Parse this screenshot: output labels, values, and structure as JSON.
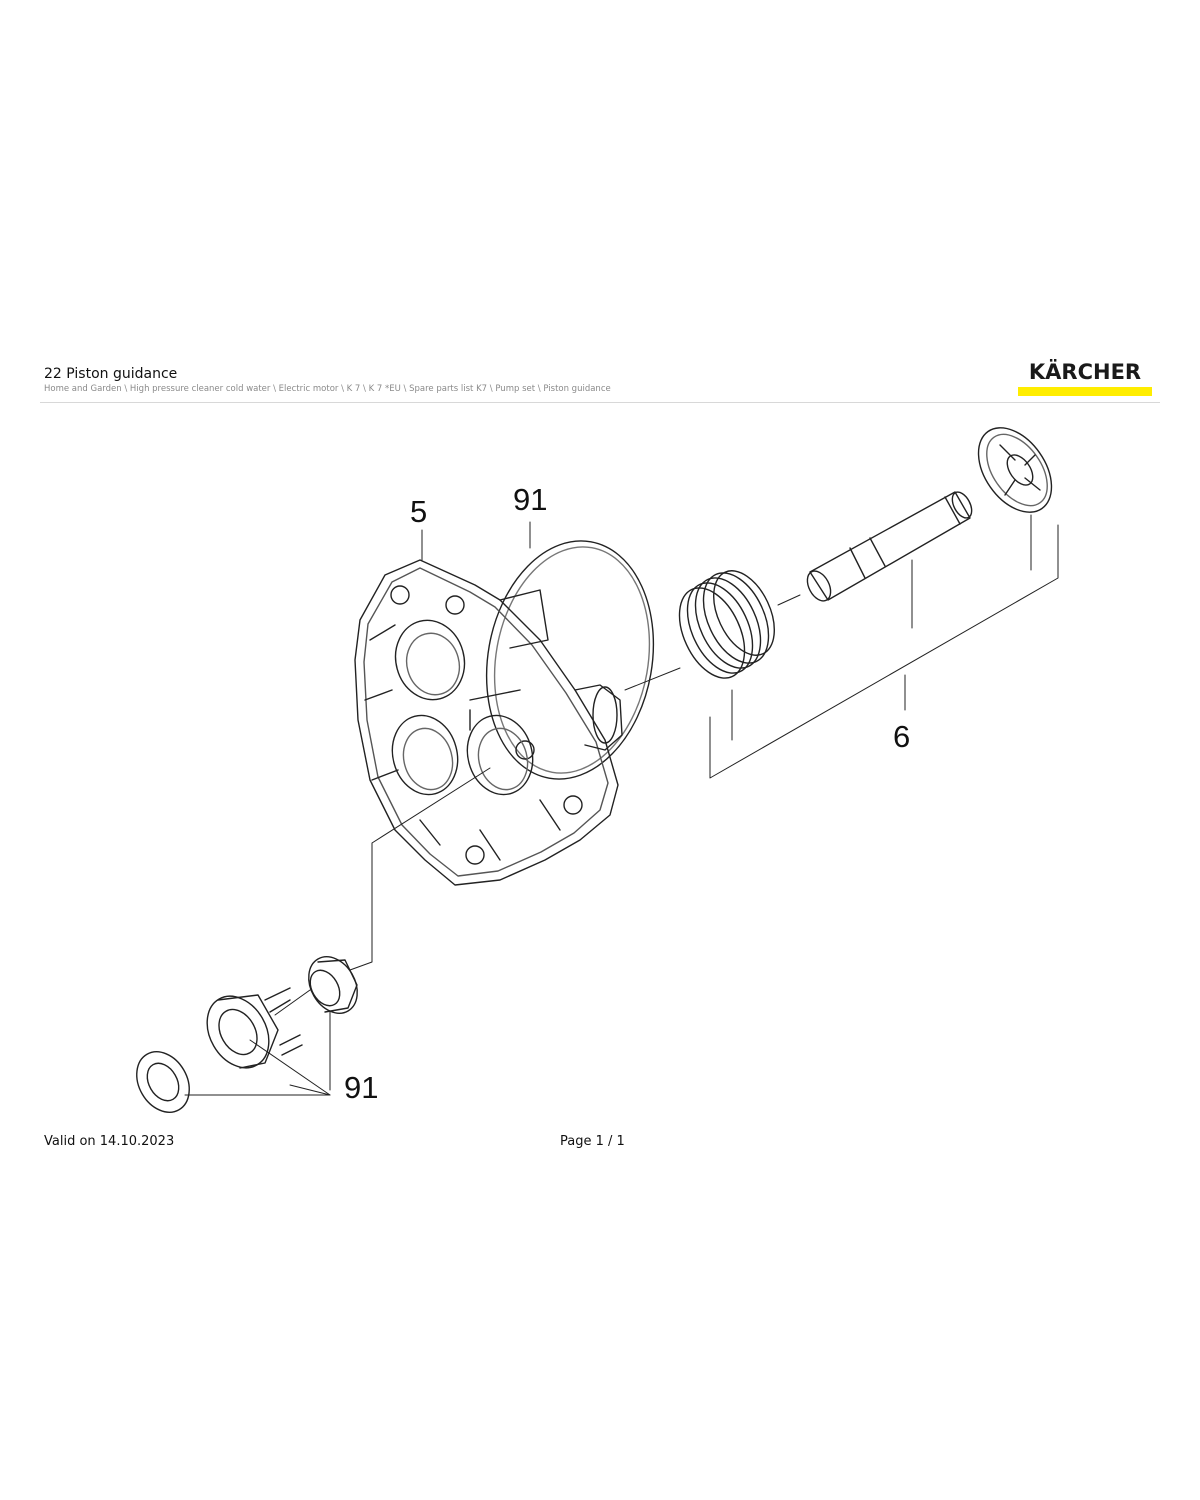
{
  "header": {
    "title": "22 Piston guidance",
    "breadcrumb": "Home and Garden \\ High pressure cleaner cold water \\ Electric motor \\ K 7 \\ K 7 *EU \\ Spare parts list K7 \\ Pump set \\ Piston guidance",
    "brand": "KÄRCHER",
    "brand_color": "#ffed00"
  },
  "drawing": {
    "callouts": {
      "housing": "5",
      "oring_top": "91",
      "piston_set": "6",
      "seal_kit": "91"
    }
  },
  "footer": {
    "valid": "Valid on 14.10.2023",
    "page": "Page 1 / 1"
  }
}
